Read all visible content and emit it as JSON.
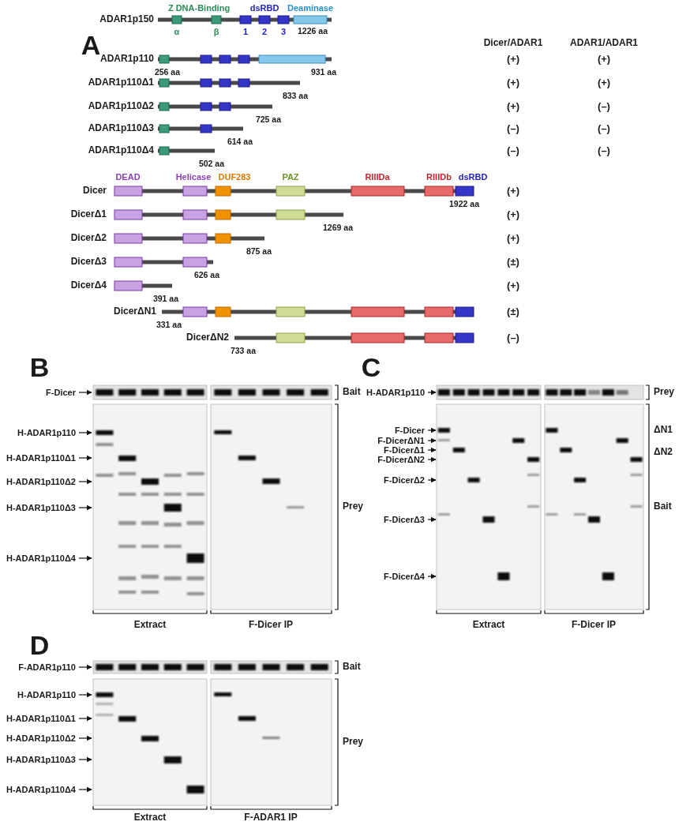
{
  "diagram": {
    "labels": [
      "A",
      "ADAR1p150",
      "Z DNA-Binding",
      "dsRBD",
      "Deaminase",
      "α",
      "β",
      "1",
      "2",
      "3",
      "1226 aa",
      "Dicer/ADAR1",
      "ADAR1/ADAR1",
      "ADAR1p110",
      "256 aa",
      "931 aa",
      "(+)",
      "(+)",
      "ADAR1p110Δ1",
      "833 aa",
      "(+)",
      "(+)",
      "ADAR1p110Δ2",
      "725 aa",
      "(+)",
      "(–)",
      "ADAR1p110Δ3",
      "614 aa",
      "(–)",
      "(–)",
      "ADAR1p110Δ4",
      "502 aa",
      "(–)",
      "(–)",
      "DEAD",
      "Helicase",
      "DUF283",
      "PAZ",
      "RIIIDa",
      "RIIIDb",
      "dsRBD",
      "Dicer",
      "1922 aa",
      "(+)",
      "DicerΔ1",
      "1269 aa",
      "(+)",
      "DicerΔ2",
      "875 aa",
      "(+)",
      "DicerΔ3",
      "626 aa",
      "(±)",
      "DicerΔ4",
      "391 aa",
      "(+)",
      "DicerΔN1",
      "331 aa",
      "(±)",
      "DicerΔN2",
      "733 aa",
      "(–)",
      "B",
      "F-Dicer",
      "Bait",
      "H-ADAR1p110",
      "H-ADAR1p110Δ1",
      "H-ADAR1p110Δ2",
      "H-ADAR1p110Δ3",
      "H-ADAR1p110Δ4",
      "Prey",
      "Extract",
      "F-Dicer IP",
      "C",
      "H-ADAR1p110",
      "Prey",
      "F-Dicer",
      "F-DicerΔN1",
      "F-DicerΔ1",
      "F-DicerΔN2",
      "F-DicerΔ2",
      "F-DicerΔ3",
      "F-DicerΔ4",
      "ΔN1",
      "ΔN2",
      "Bait",
      "Extract",
      "F-Dicer IP",
      "D",
      "F-ADAR1p110",
      "Bait",
      "H-ADAR1p110",
      "H-ADAR1p110Δ1",
      "H-ADAR1p110Δ2",
      "H-ADAR1p110Δ3",
      "H-ADAR1p110Δ4",
      "Prey",
      "Extract",
      "F-ADAR1 IP"
    ]
  }
}
